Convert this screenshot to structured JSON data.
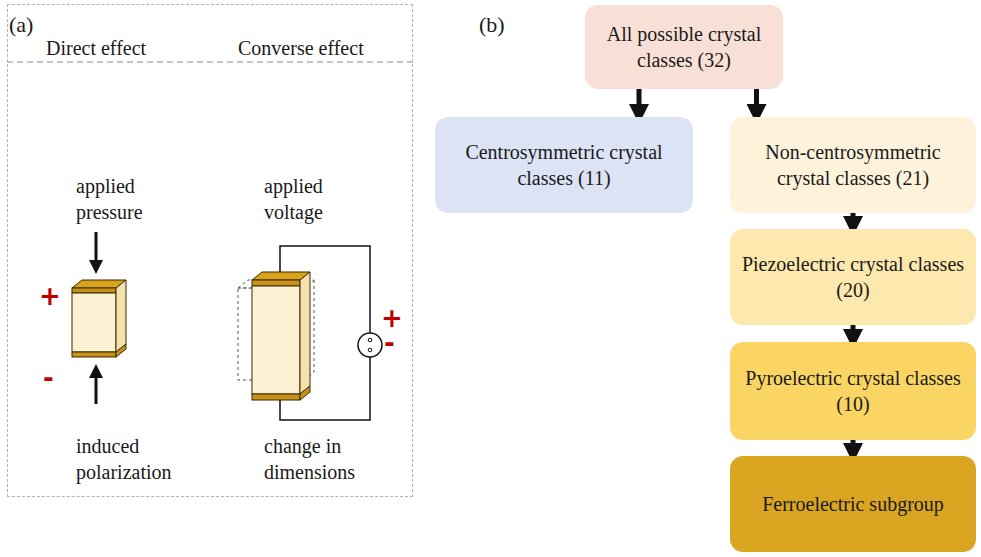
{
  "diagram": {
    "nodes": [
      {
        "text": [
          "Direct effect",
          "Converse effect",
          "applied pressure",
          "induced polarization",
          "applied voltage",
          "change in dimensions",
          "+",
          "-",
          "+",
          "-"
        ]
      },
      {
        "text": [
          "All possible crystal classes (32)"
        ]
      },
      {
        "text": [
          "Centrosymmetric crystal classes (11)"
        ]
      },
      {
        "text": [
          "Non-centrosymmetric crystal classes (21)"
        ]
      },
      {
        "text": [
          "Piezoelectric crystal classes (20)"
        ]
      },
      {
        "text": [
          "Pyroelectric crystal classes (10)"
        ]
      },
      {
        "text": [
          "Ferroelectric subgroup"
        ]
      }
    ],
    "edges": [
      {
        "from": 1,
        "to": 2,
        "arrow": "to"
      },
      {
        "from": 1,
        "to": 3,
        "arrow": "to"
      },
      {
        "from": 3,
        "to": 4,
        "arrow": "to"
      },
      {
        "from": 4,
        "to": 5,
        "arrow": "to"
      },
      {
        "from": 5,
        "to": 6,
        "arrow": "to"
      }
    ],
    "labels": [
      "(a)",
      "(b)"
    ]
  }
}
